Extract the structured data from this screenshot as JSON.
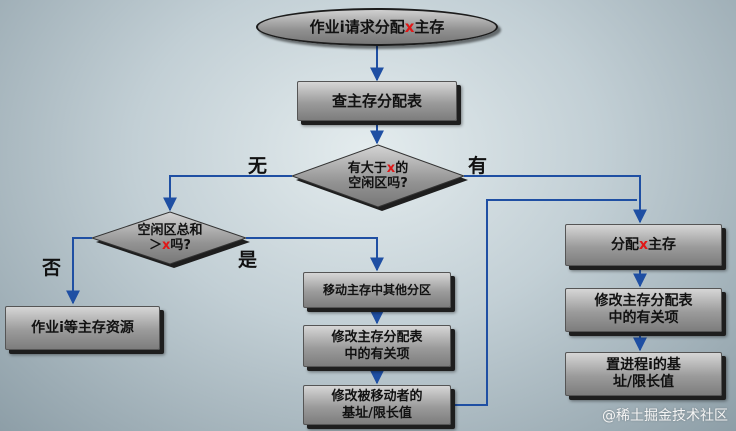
{
  "nodes": {
    "start": {
      "pre": "作业i请求分配",
      "mark": "x",
      "post": "主存"
    },
    "check_table": "查主存分配表",
    "decision_big": {
      "line1_pre": "有大于",
      "line1_mark": "x",
      "line1_post": "的",
      "line2": "空闲区吗?"
    },
    "decision_sum": {
      "line1": "空闲区总和",
      "line2_pre": "＞",
      "line2_mark": "x",
      "line2_post": "吗?"
    },
    "wait": "作业i等主存资源",
    "move_other": "移动主存中其他分区",
    "modify_table_left": {
      "line1": "修改主存分配表",
      "line2": "中的有关项"
    },
    "modify_base_limit": {
      "line1": "修改被移动者的",
      "line2": "基址/限长值"
    },
    "allocate": {
      "pre": "分配",
      "mark": "x",
      "post": "主存"
    },
    "modify_table_right": {
      "line1": "修改主存分配表",
      "line2": "中的有关项"
    },
    "set_base_limit": {
      "line1": "置进程i的基",
      "line2": "址/限长值"
    }
  },
  "edge_labels": {
    "no_big": "无",
    "yes_big": "有",
    "no_sum": "否",
    "yes_sum": "是"
  },
  "watermark": "@稀土掘金技术社区",
  "colors": {
    "arrow": "#1f4fa3",
    "highlight": "#e01818"
  }
}
